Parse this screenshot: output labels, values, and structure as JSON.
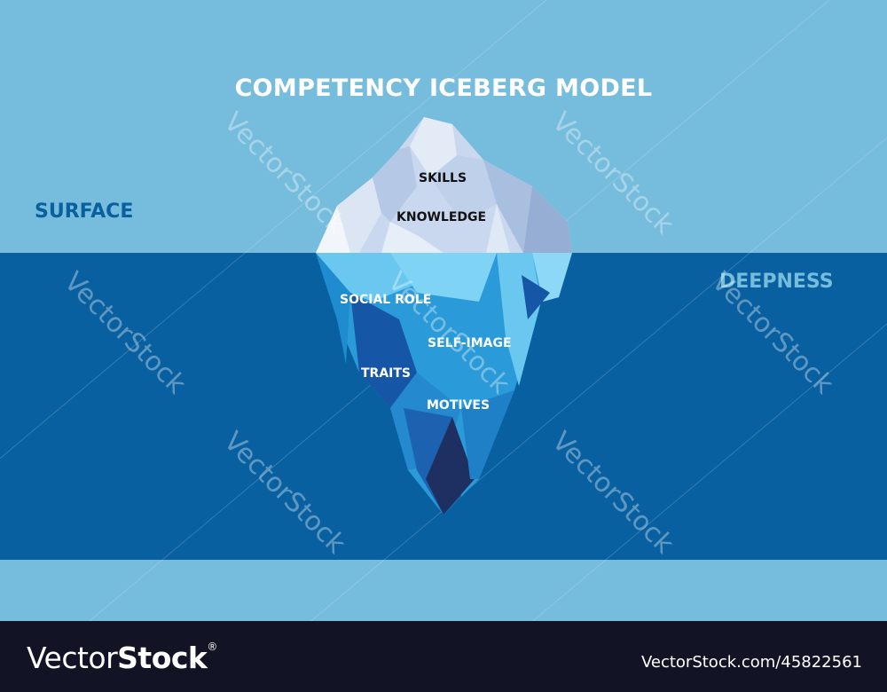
{
  "title": "COMPETENCY ICEBERG MODEL",
  "zones": {
    "surface": "SURFACE",
    "deepness": "DEEPNESS"
  },
  "iceberg": {
    "above_water": [
      {
        "label": "SKILLS"
      },
      {
        "label": "KNOWLEDGE"
      }
    ],
    "below_water": [
      {
        "label": "SOCIAL ROLE"
      },
      {
        "label": "SELF-IMAGE"
      },
      {
        "label": "TRAITS"
      },
      {
        "label": "MOTIVES"
      }
    ]
  },
  "watermark": {
    "text": "VectorStock",
    "footer_logo_light": "Vector",
    "footer_logo_bold": "Stock",
    "footer_logo_mark": "®",
    "footer_id": "VectorStock.com/45822561"
  },
  "colors": {
    "sky": "#76bcdc",
    "deep_water": "#0860a0",
    "footer": "#121426",
    "ice_light": "#dde6f4",
    "ice_mid": "#b8cbe6",
    "ice_shadow": "#96aed4",
    "underwater_light": "#6ac8f0",
    "underwater_mid": "#2a9ad8",
    "underwater_dark": "#1656a6",
    "underwater_darkest": "#1e2f62"
  }
}
